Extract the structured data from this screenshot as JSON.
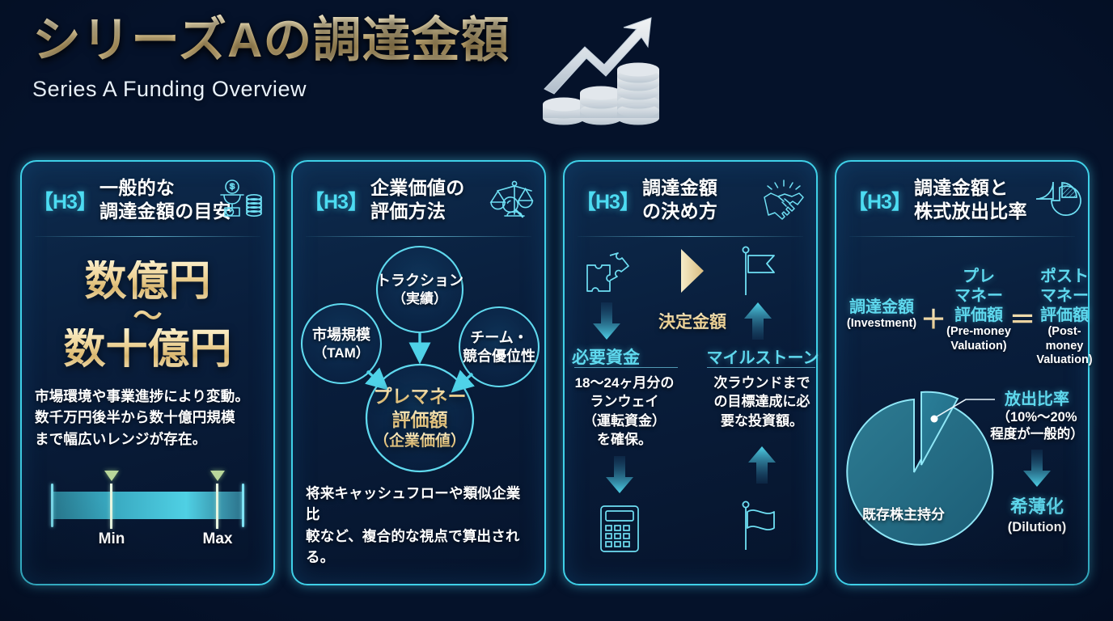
{
  "header": {
    "title_jp": "シリーズAの調達金額",
    "title_en": "Series A Funding Overview",
    "hero_icon": "growth-arrow-coins-icon"
  },
  "cards": [
    {
      "tag": "【H3】",
      "title": "一般的な\n調達金額の目安",
      "title_line1": "一般的な",
      "title_line2": "調達金額の目安",
      "icon": "scale-with-coin-icon",
      "amount_top": "数億円",
      "amount_tilde": "〜",
      "amount_bottom": "数十億円",
      "desc_line1": "市場環境や事業進捗により変動。",
      "desc_line2": "数千万円後半から数十億円規模",
      "desc_line3": "まで幅広いレンジが存在。",
      "slider_min_label": "Min",
      "slider_max_label": "Max"
    },
    {
      "tag": "【H3】",
      "title_line1": "企業価値の",
      "title_line2": "評価方法",
      "icon": "balance-scale-magnifier-icon",
      "bubbles": [
        {
          "line1": "トラクション",
          "line2": "（実績）"
        },
        {
          "line1": "市場規模",
          "line2": "（TAM）"
        },
        {
          "line1": "チーム・",
          "line2": "競合優位性"
        }
      ],
      "center": {
        "line1": "プレマネー",
        "line2": "評価額",
        "line3": "（企業価値）"
      },
      "note_line1": "将来キャッシュフローや類似企業比",
      "note_line2": "較など、複合的な視点で算出される。"
    },
    {
      "tag": "【H3】",
      "title_line1": "調達金額",
      "title_line2": "の決め方",
      "icon": "handshake-icon",
      "left": {
        "icon": "puzzle-icon",
        "heading": "必要資金",
        "text_l1": "18〜24ヶ月分の",
        "text_l2": "ランウェイ",
        "text_l3": "（運転資金）",
        "text_l4": "を確保。",
        "bottom_icon": "calculator-icon"
      },
      "right": {
        "icon": "flag-icon",
        "heading": "マイルストーン",
        "text_l1": "次ラウンドまで",
        "text_l2": "の目標達成に必",
        "text_l3": "要な投資額。",
        "bottom_icon": "flag-icon"
      },
      "decision_label": "決定金額"
    },
    {
      "tag": "【H3】",
      "title_line1": "調達金額と",
      "title_line2": "株式放出比率",
      "icon": "pie-chart-icon",
      "equation": {
        "term1_jp": "調達金額",
        "term1_en": "(Investment)",
        "op1": "＋",
        "term2_jp_l1": "プレ",
        "term2_jp_l2": "マネー",
        "term2_jp_l3": "評価額",
        "term2_en_l1": "(Pre-money",
        "term2_en_l2": "Valuation)",
        "op2": "＝",
        "term3_jp_l1": "ポスト",
        "term3_jp_l2": "マネー",
        "term3_jp_l3": "評価額",
        "term3_en_l1": "(Post-money",
        "term3_en_l2": "Valuation)"
      },
      "pie_existing_label": "既存株主持分",
      "callout_title": "放出比率",
      "callout_l1": "（10%〜20%",
      "callout_l2": "程度が一般的）",
      "dilution_jp": "希薄化",
      "dilution_en": "(Dilution)"
    }
  ],
  "chart_data": {
    "type": "pie",
    "title": "株式放出比率",
    "categories": [
      "既存株主持分",
      "放出比率"
    ],
    "values": [
      85,
      15
    ],
    "annotations": [
      "放出比率（10%〜20%程度が一般的）",
      "希薄化 (Dilution)"
    ]
  },
  "colors": {
    "accent_cyan": "#4ddcf2",
    "gold": "#e7cb8d",
    "card_border": "#3fd0e8",
    "text_white": "#ffffff",
    "bg_deep": "#05122a"
  }
}
